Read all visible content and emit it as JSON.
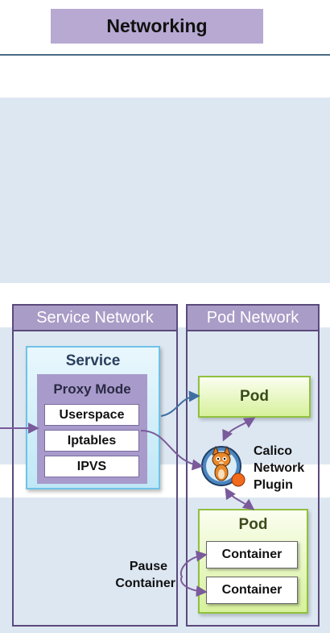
{
  "title": "Networking",
  "service_network": {
    "header": "Service Network",
    "service": {
      "label": "Service",
      "proxy_mode": {
        "label": "Proxy Mode",
        "modes": [
          "Userspace",
          "Iptables",
          "IPVS"
        ]
      }
    }
  },
  "pod_network": {
    "header": "Pod Network",
    "pod_top": {
      "label": "Pod"
    },
    "plugin": {
      "lines": [
        "Calico",
        "Network",
        "Plugin"
      ]
    },
    "pod_bottom": {
      "label": "Pod",
      "containers": [
        "Container",
        "Container"
      ]
    }
  },
  "pause_container": {
    "lines": [
      "Pause",
      "Container"
    ]
  },
  "colors": {
    "band": "#dde7f2",
    "panel_header": "#a99cc6",
    "panel_border": "#5a4a7c",
    "service_border": "#6fc3e6",
    "pod_border": "#8fc03e",
    "arrow": "#7a5a9a",
    "arrow_blue": "#3f6f9f"
  }
}
